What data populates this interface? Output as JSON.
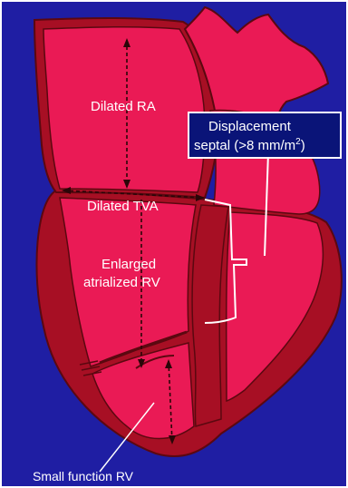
{
  "colors": {
    "background": "#1f1ea3",
    "chamber_fill": "#ea1a55",
    "wall": "#a70f24",
    "outline": "#5b0810",
    "callout_box": "#0a1478",
    "annotation": "#ffffff"
  },
  "labels": {
    "dilated_ra": "Dilated RA",
    "dilated_tva": "Dilated TVA",
    "enlarged_line1": "Enlarged",
    "enlarged_line2": "atrialized RV",
    "displacement_line1": "Displacement",
    "displacement_line2_prefix": "septal (>8 mm/m",
    "displacement_sup": "2",
    "displacement_suffix": ")",
    "small_function_rv": "Small function RV"
  }
}
